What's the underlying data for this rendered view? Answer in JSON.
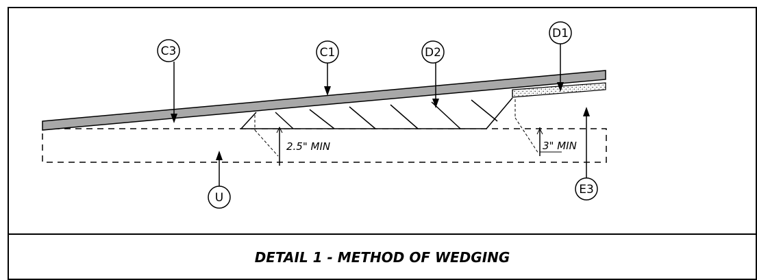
{
  "callouts": {
    "c3": "C3",
    "c1": "C1",
    "d2": "D2",
    "d1": "D1",
    "u": "U",
    "e3": "E3"
  },
  "dimensions": {
    "left_min": "2.5\" MIN",
    "right_min": "3\" MIN"
  },
  "caption": "DETAIL 1 - METHOD OF WEDGING",
  "colors": {
    "ink": "#000000",
    "overlay": "#a8a8a8",
    "background": "#ffffff"
  }
}
